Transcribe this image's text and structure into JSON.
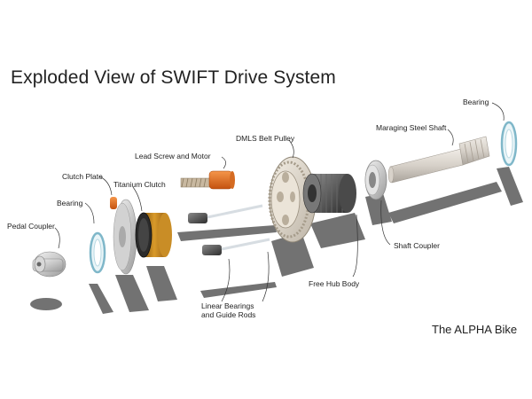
{
  "diagram": {
    "title": "Exploded View of SWIFT Drive System",
    "brand": "The ALPHA Bike",
    "labels": {
      "pedal_coupler": "Pedal Coupler",
      "bearing_left": "Bearing",
      "clutch_plate": "Clutch Plate",
      "titanium_clutch": "Titanium Clutch",
      "lead_screw_motor": "Lead Screw and Motor",
      "dmls_belt_pulley": "DMLS Belt Pulley",
      "maraging_steel_shaft": "Maraging Steel Shaft",
      "bearing_right": "Bearing",
      "shaft_coupler": "Shaft Coupler",
      "free_hub_body": "Free Hub Body",
      "linear_bearings": "Linear Bearings and Guide Rods"
    }
  }
}
